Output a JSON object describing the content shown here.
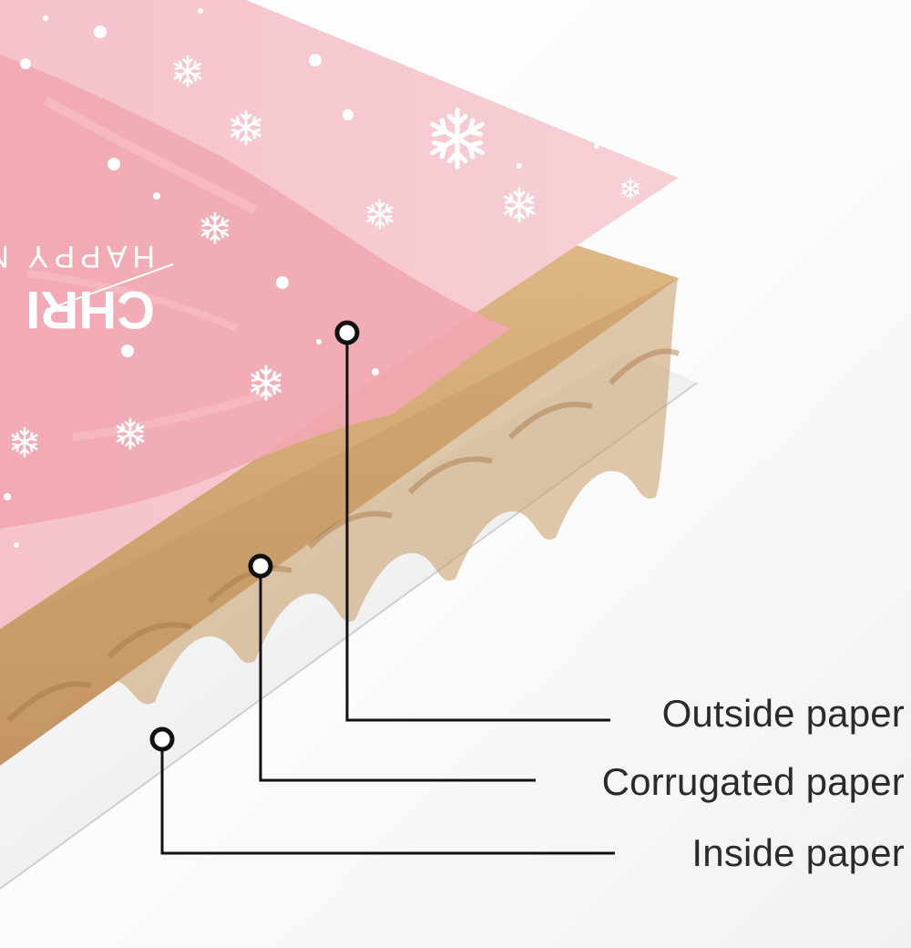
{
  "card_text": {
    "line1": "HAPPY N",
    "line2": "CHRI"
  },
  "callouts": [
    {
      "id": "outside",
      "label": "Outside paper"
    },
    {
      "id": "corrugated",
      "label": "Corrugated paper"
    },
    {
      "id": "inside",
      "label": "Inside paper"
    }
  ],
  "colors": {
    "pink_light": "#f6c9d0",
    "pink_brush": "#f2a9b3",
    "kraft_light": "#d3aa74",
    "kraft_dark": "#b38553",
    "inside_paper": "#f2f2f2",
    "line": "#111111",
    "label": "#2b2b2b"
  },
  "icons": [
    "snowflake-icon",
    "callout-dot-icon"
  ]
}
